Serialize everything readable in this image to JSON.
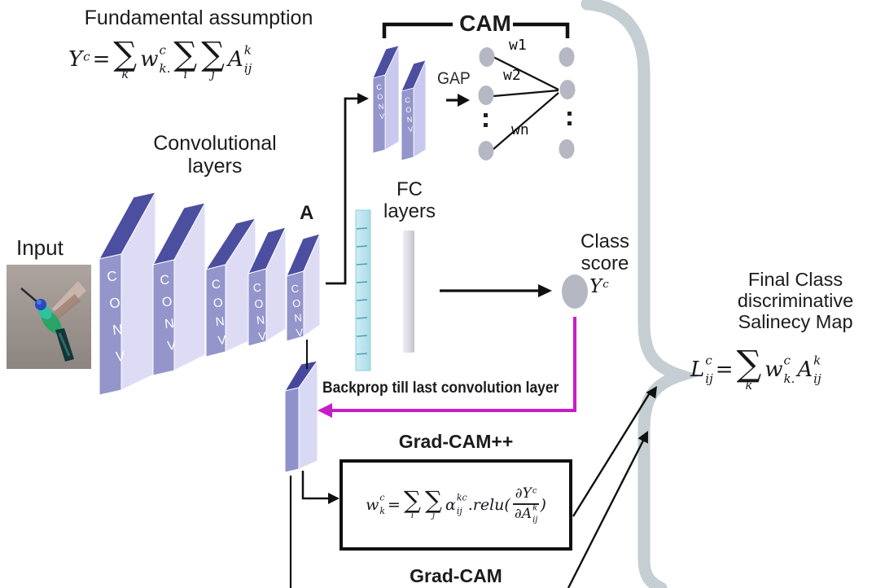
{
  "glyphs": {
    "sigma": "∑",
    "vdots": "⋮"
  },
  "assumption": {
    "title": "Fundamental assumption",
    "y": "Y",
    "y_sup": "c",
    "eq": "=",
    "sum_k": "k",
    "w": "w",
    "w_sup": "c",
    "w_sub": "k.",
    "sum_i": "i",
    "sum_j": "j",
    "a": "A",
    "a_sup": "k",
    "a_sub": "ij"
  },
  "input": {
    "label": "Input"
  },
  "conv": {
    "title_line1": "Convolutional",
    "title_line2": "layers",
    "block_label": "CONV",
    "feature_label": "A"
  },
  "cam": {
    "title": "CAM",
    "gap": "GAP",
    "w1": "w1",
    "w2": "w2",
    "wn": "wn"
  },
  "fc": {
    "line1": "FC",
    "line2": "layers"
  },
  "class_score": {
    "line1": "Class",
    "line2": "score",
    "y": "Y",
    "y_sup": "c"
  },
  "backprop": {
    "label": "Backprop till last convolution layer"
  },
  "gradcampp": {
    "title": "Grad-CAM++",
    "w": "w",
    "w_sup": "c",
    "w_sub": "k",
    "eq": "=",
    "sum_i": "i",
    "sum_j": "j",
    "alpha": "α",
    "alpha_sup": "kc",
    "alpha_sub": "ij",
    "relu": ".relu(",
    "dnum": "∂Y",
    "dnum_sup": "c",
    "dden": "∂A",
    "dden_sup": "k",
    "dden_sub": "ij",
    "close": ")"
  },
  "gradcam": {
    "title": "Grad-CAM"
  },
  "final_map": {
    "line1": "Final Class",
    "line2": "discriminative",
    "line3": "Salinecy Map",
    "l": "L",
    "l_sup": "c",
    "l_sub": "ij",
    "eq": "=",
    "sum_k": "k",
    "w": "w",
    "w_sup": "c",
    "w_sub": "k.",
    "a": "A",
    "a_sup": "k",
    "a_sub": "ij"
  },
  "colors": {
    "magenta": "#c91cc9",
    "brace": "#c5ced3",
    "node_gray": "#b5b8c3",
    "conv_front": "#9395cb",
    "conv_side": "#dedcf5",
    "conv_top": "#4c4ea0",
    "fc_cyan": "#bfe7f0",
    "fc_gray": "#d9d9de"
  }
}
